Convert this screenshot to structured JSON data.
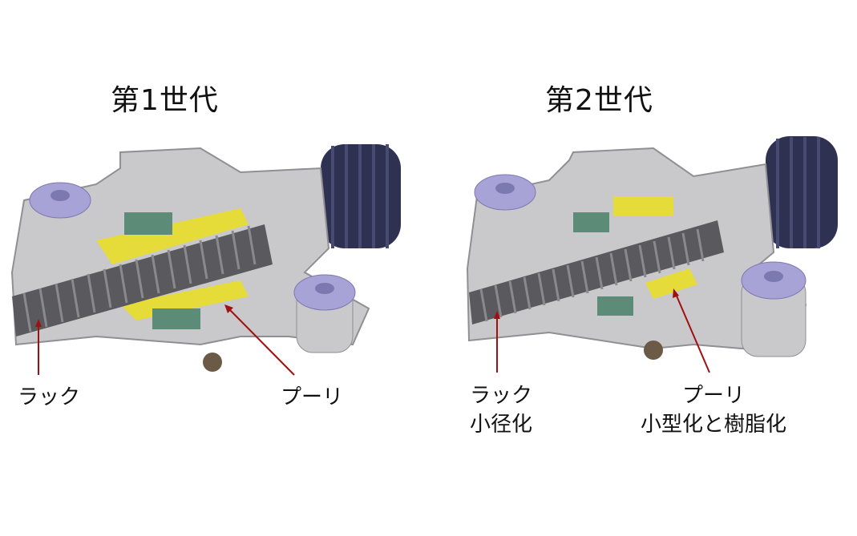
{
  "panels": [
    {
      "title": "第1世代",
      "labels": {
        "rack": "ラック",
        "pulley": "プーリ"
      }
    },
    {
      "title": "第2世代",
      "labels": {
        "rack": "ラック",
        "rack_note": "小径化",
        "pulley": "プーリ",
        "pulley_note": "小型化と樹脂化"
      }
    }
  ],
  "colors": {
    "housing": "#c9c9cc",
    "housing_dark": "#8f8f94",
    "rack_thread": "#5a5a5e",
    "boot": "#2e3152",
    "bushing": "#a7a3d6",
    "pulley": "#e5dc3a",
    "bearing": "#5c8c78",
    "arrow": "#a01010"
  }
}
